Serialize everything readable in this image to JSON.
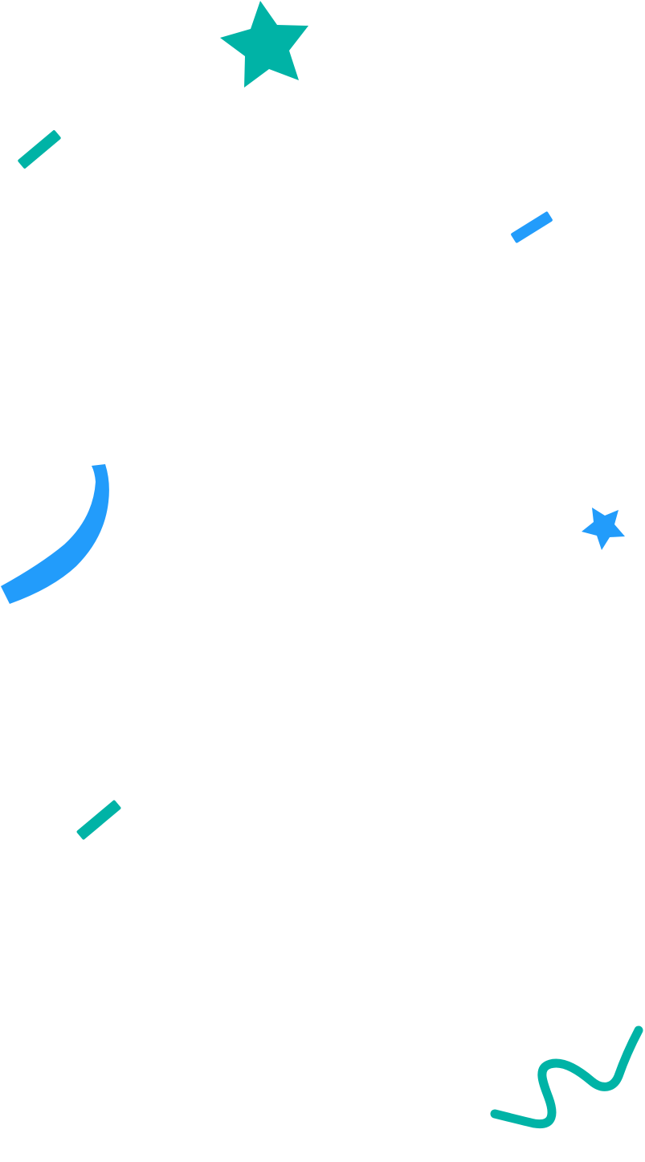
{
  "colors": {
    "background": "#ffffff",
    "teal": "#00b3a6",
    "blue": "#229cfb"
  },
  "shapes": [
    {
      "icon": "star-icon",
      "color": "teal"
    },
    {
      "icon": "confetti-dash-icon",
      "color": "teal"
    },
    {
      "icon": "confetti-dash-icon",
      "color": "blue"
    },
    {
      "icon": "confetti-curve-icon",
      "color": "blue"
    },
    {
      "icon": "star-icon",
      "color": "blue"
    },
    {
      "icon": "confetti-dash-icon",
      "color": "teal"
    },
    {
      "icon": "confetti-squiggle-icon",
      "color": "teal"
    }
  ]
}
